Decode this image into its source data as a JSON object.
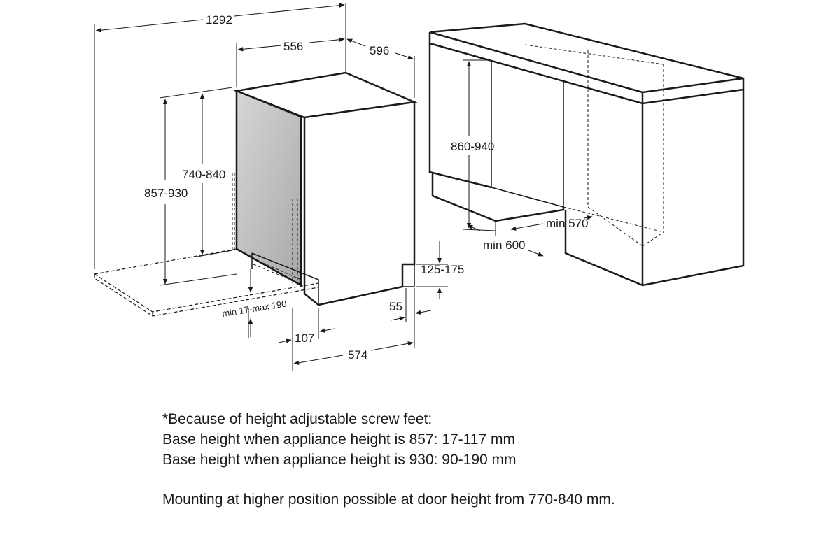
{
  "dimensions": {
    "overall_width": "1292",
    "unit_width": "556",
    "unit_depth": "596",
    "door_height": "740-840",
    "unit_height": "857-930",
    "base_height": "min 17-max 190",
    "door_offset": "107",
    "base_depth": "574",
    "toe_kick": "125-175",
    "kick_depth": "55",
    "niche_height": "860-940",
    "niche_width": "min 600",
    "niche_depth": "min 570"
  },
  "notes": {
    "line1": "*Because of height adjustable screw feet:",
    "line2": "Base height when appliance height is 857: 17-117 mm",
    "line3": "Base height when appliance height is 930: 90-190 mm",
    "line4": "Mounting at higher position possible at door height from 770-840 mm."
  },
  "colors": {
    "line": "#1a1a1a",
    "door_panel": "#bdbdbd"
  }
}
